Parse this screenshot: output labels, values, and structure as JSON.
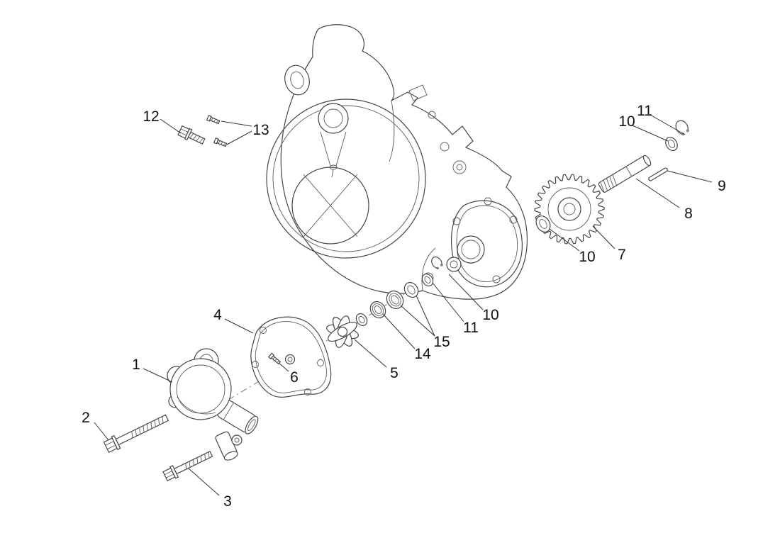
{
  "figure": {
    "background": "#ffffff",
    "line_color": "#454545",
    "callouts": [
      {
        "label": "12"
      },
      {
        "label": "13"
      },
      {
        "label": "10"
      },
      {
        "label": "11"
      },
      {
        "label": "9"
      },
      {
        "label": "8"
      },
      {
        "label": "7"
      },
      {
        "label": "10"
      },
      {
        "label": "11"
      },
      {
        "label": "10"
      },
      {
        "label": "15"
      },
      {
        "label": "14"
      },
      {
        "label": "5"
      },
      {
        "label": "4"
      },
      {
        "label": "6"
      },
      {
        "label": "1"
      },
      {
        "label": "2"
      },
      {
        "label": "3"
      }
    ]
  }
}
